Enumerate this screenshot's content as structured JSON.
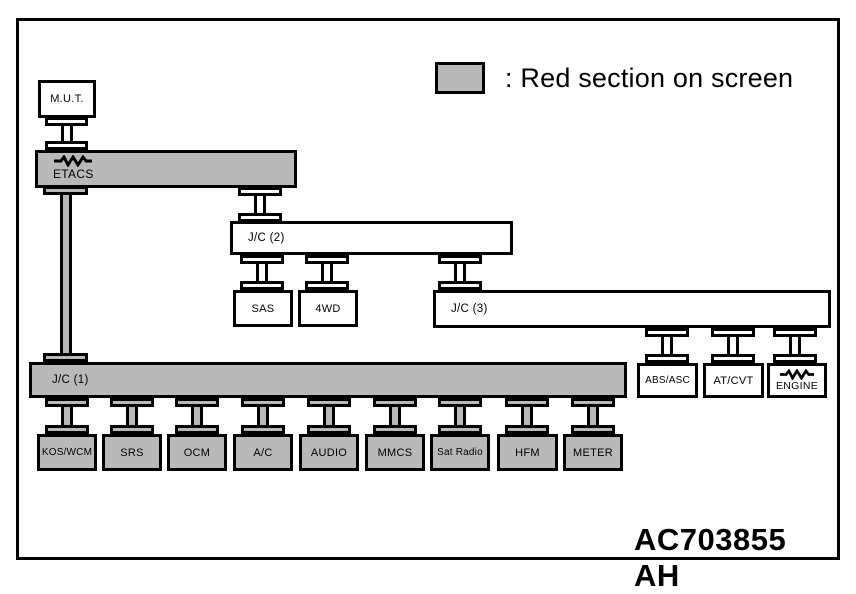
{
  "colors": {
    "gray": "#b9b9b9",
    "ink": "#000000",
    "bg": "#ffffff"
  },
  "legend": {
    "label": ": Red section on screen"
  },
  "figure_code": "AC703855 AH",
  "diagram": {
    "nodes": {
      "mut": {
        "label": "M.U.T.",
        "highlighted": false,
        "resistor": false
      },
      "etacs": {
        "label": "ETACS",
        "highlighted": true,
        "resistor": true
      },
      "jc1": {
        "label": "J/C (1)",
        "highlighted": true,
        "resistor": false
      },
      "jc2": {
        "label": "J/C (2)",
        "highlighted": false,
        "resistor": false
      },
      "jc3": {
        "label": "J/C (3)",
        "highlighted": false,
        "resistor": false
      },
      "sas": {
        "label": "SAS",
        "highlighted": false,
        "resistor": false
      },
      "fourwd": {
        "label": "4WD",
        "highlighted": false,
        "resistor": false
      },
      "absasc": {
        "label": "ABS/ASC",
        "highlighted": false,
        "resistor": false
      },
      "atcvt": {
        "label": "AT/CVT",
        "highlighted": false,
        "resistor": false
      },
      "engine": {
        "label": "ENGINE",
        "highlighted": false,
        "resistor": true
      },
      "koswcm": {
        "label": "KOS/WCM",
        "highlighted": true,
        "resistor": false
      },
      "srs": {
        "label": "SRS",
        "highlighted": true,
        "resistor": false
      },
      "ocm": {
        "label": "OCM",
        "highlighted": true,
        "resistor": false
      },
      "ac": {
        "label": "A/C",
        "highlighted": true,
        "resistor": false
      },
      "audio": {
        "label": "AUDIO",
        "highlighted": true,
        "resistor": false
      },
      "mmcs": {
        "label": "MMCS",
        "highlighted": true,
        "resistor": false
      },
      "satradio": {
        "label": "Sat Radio",
        "highlighted": true,
        "resistor": false
      },
      "hfm": {
        "label": "HFM",
        "highlighted": true,
        "resistor": false
      },
      "meter": {
        "label": "METER",
        "highlighted": true,
        "resistor": false
      }
    },
    "connections": [
      [
        "M.U.T.",
        "ETACS"
      ],
      [
        "ETACS",
        "J/C (2)"
      ],
      [
        "ETACS",
        "J/C (1)"
      ],
      [
        "J/C (2)",
        "SAS"
      ],
      [
        "J/C (2)",
        "4WD"
      ],
      [
        "J/C (2)",
        "J/C (3)"
      ],
      [
        "J/C (3)",
        "ABS/ASC"
      ],
      [
        "J/C (3)",
        "AT/CVT"
      ],
      [
        "J/C (3)",
        "ENGINE"
      ],
      [
        "J/C (1)",
        "KOS/WCM"
      ],
      [
        "J/C (1)",
        "SRS"
      ],
      [
        "J/C (1)",
        "OCM"
      ],
      [
        "J/C (1)",
        "A/C"
      ],
      [
        "J/C (1)",
        "AUDIO"
      ],
      [
        "J/C (1)",
        "MMCS"
      ],
      [
        "J/C (1)",
        "Sat Radio"
      ],
      [
        "J/C (1)",
        "HFM"
      ],
      [
        "J/C (1)",
        "METER"
      ]
    ]
  }
}
